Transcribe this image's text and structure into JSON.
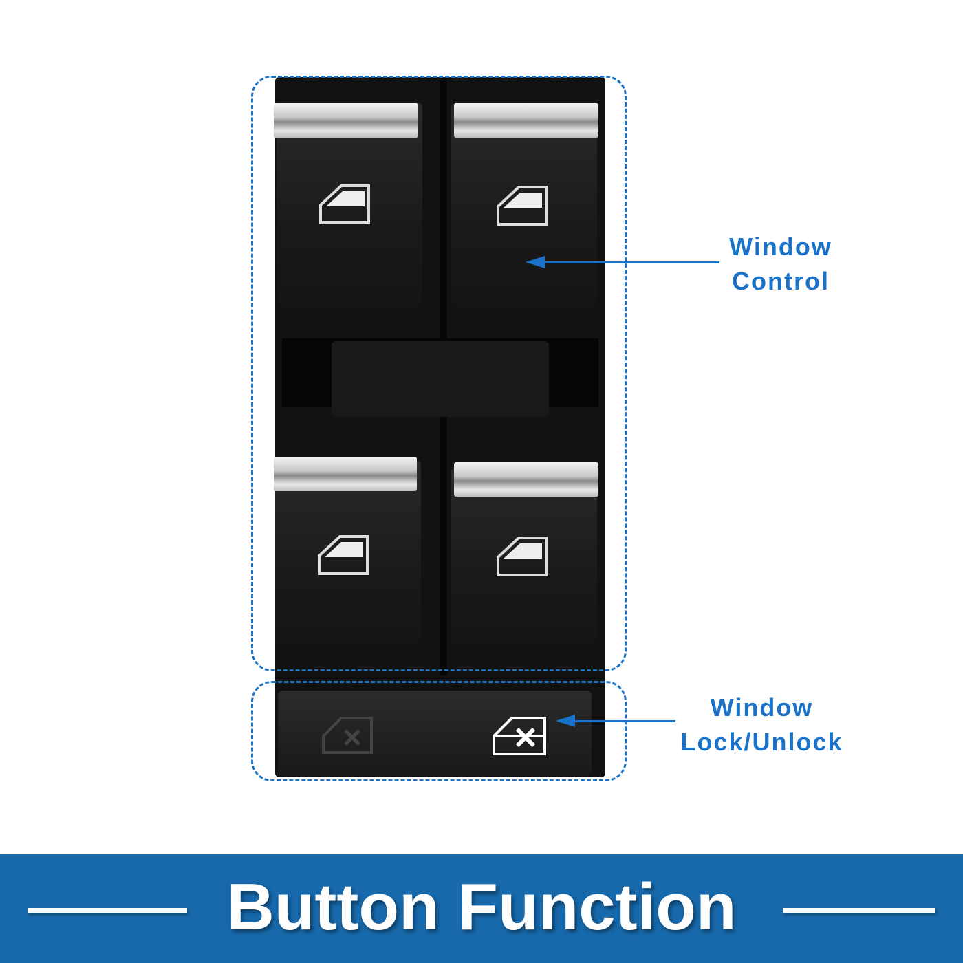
{
  "labels": {
    "window_control": [
      "Window",
      "Control"
    ],
    "window_lock": [
      "Window",
      "Lock/Unlock"
    ]
  },
  "banner": {
    "title": "Button Function"
  },
  "icons": [
    "window-door-icon",
    "window-lock-icon"
  ],
  "colors": {
    "accent": "#1a73c8",
    "banner": "#1769ab"
  }
}
